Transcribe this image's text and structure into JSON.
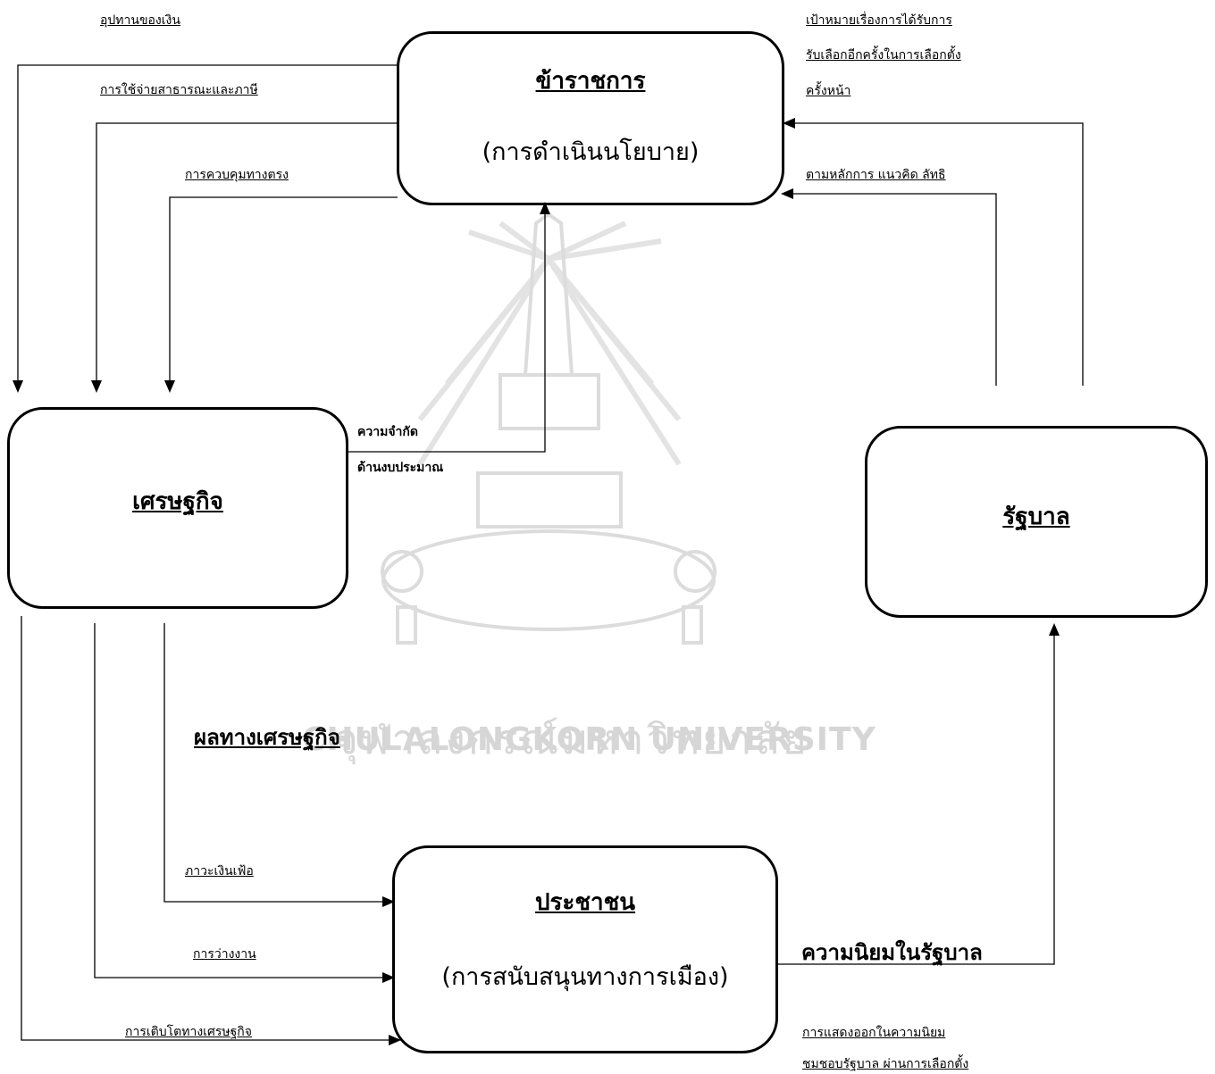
{
  "watermark": {
    "thai": "จุฬาลงกรณ์มหาวิทยาลัย",
    "english": "CHULALONGKORN UNIVERSITY",
    "emblem": "chula-emblem"
  },
  "boxes": {
    "bureaucrat": {
      "title": "ข้าราชการ",
      "subtitle": "(การดำเนินนโยบาย)"
    },
    "economy": {
      "title": "เศรษฐกิจ"
    },
    "government": {
      "title": "รัฐบาล"
    },
    "people": {
      "title": "ประชาชน",
      "subtitle": "(การสนับสนุนทางการเมือง)"
    }
  },
  "labels": {
    "money_supply": "อุปทานของเงิน",
    "public_spending_tax": "การใช้จ่ายสาธารณะและภาษี",
    "direct_control": "การควบคุมทางตรง",
    "reelection_goal_1": "เป้าหมายเรื่องการได้รับการ",
    "reelection_goal_2": "รับเลือกอีกครั้งในการเลือกตั้ง",
    "reelection_goal_3": "ครั้งหน้า",
    "principles": "ตามหลักการ แนวคิด ลัทธิ",
    "budget_limit_1": "ความจำกัด",
    "budget_limit_2": "ด้านงบประมาณ",
    "economic_effects": "ผลทางเศรษฐกิจ",
    "inflation": "ภาวะเงินเฟ้อ",
    "unemployment": "การว่างงาน",
    "economic_growth": "การเติบโตทางเศรษฐกิจ",
    "gov_popularity": "ความนิยมในรัฐบาล",
    "expression_1": "การแสดงออกในความนิยม",
    "expression_2": "ชมชอบรัฐบาล ผ่านการเลือกตั้ง"
  }
}
